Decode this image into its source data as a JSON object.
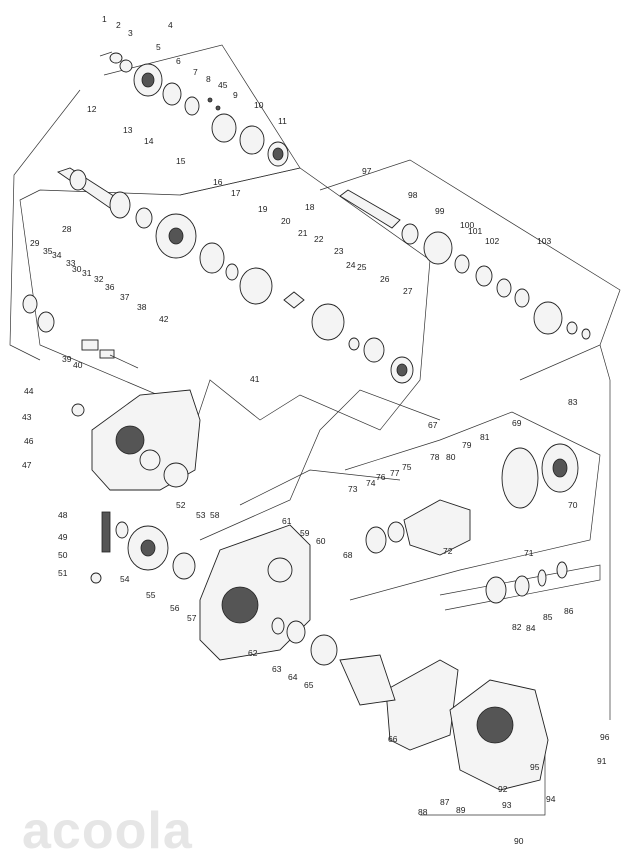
{
  "watermark": "acoola",
  "callouts": [
    "1",
    "2",
    "3",
    "4",
    "5",
    "6",
    "7",
    "8",
    "45",
    "9",
    "10",
    "11",
    "12",
    "13",
    "14",
    "15",
    "16",
    "17",
    "18",
    "19",
    "20",
    "21",
    "22",
    "23",
    "24",
    "25",
    "26",
    "27",
    "28",
    "29",
    "30",
    "31",
    "32",
    "33",
    "34",
    "35",
    "36",
    "37",
    "38",
    "39",
    "40",
    "41",
    "42",
    "43",
    "44",
    "46",
    "47",
    "48",
    "49",
    "50",
    "51",
    "52",
    "53",
    "54",
    "55",
    "56",
    "57",
    "58",
    "59",
    "60",
    "61",
    "62",
    "63",
    "64",
    "65",
    "66",
    "67",
    "68",
    "69",
    "70",
    "71",
    "72",
    "73",
    "74",
    "75",
    "76",
    "77",
    "78",
    "79",
    "80",
    "81",
    "82",
    "83",
    "84",
    "85",
    "86",
    "87",
    "88",
    "89",
    "90",
    "91",
    "92",
    "93",
    "94",
    "95",
    "96",
    "97",
    "98",
    "99",
    "100",
    "101",
    "102",
    "103"
  ]
}
